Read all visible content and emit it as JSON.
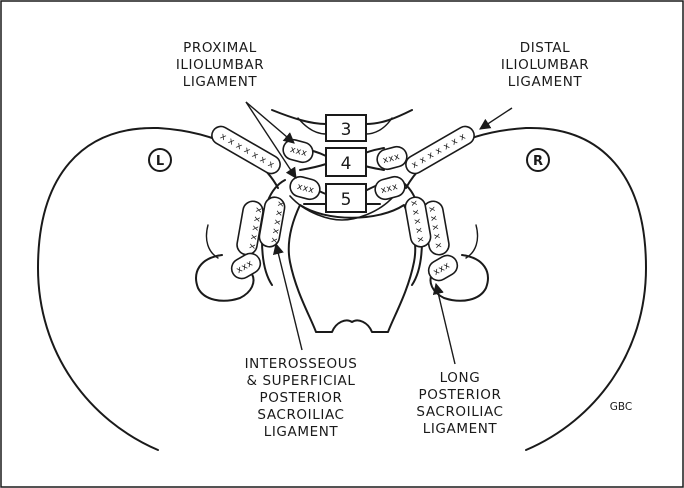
{
  "labels": {
    "proximal_iliolumbar": [
      "PROXIMAL",
      "ILIOLUMBAR",
      "LIGAMENT"
    ],
    "distal_iliolumbar": [
      "DISTAL",
      "ILIOLUMBAR",
      "LIGAMENT"
    ],
    "interosseous_superficial": [
      "INTEROSSEOUS",
      "& SUPERFICIAL",
      "POSTERIOR",
      "SACROILIAC",
      "LIGAMENT"
    ],
    "long_posterior": [
      "LONG",
      "POSTERIOR",
      "SACROILIAC",
      "LIGAMENT"
    ]
  },
  "vertebrae": [
    "3",
    "4",
    "5"
  ],
  "sides": {
    "left": "L",
    "right": "R"
  },
  "credit": "GBC",
  "ligament_mark": "xxx"
}
